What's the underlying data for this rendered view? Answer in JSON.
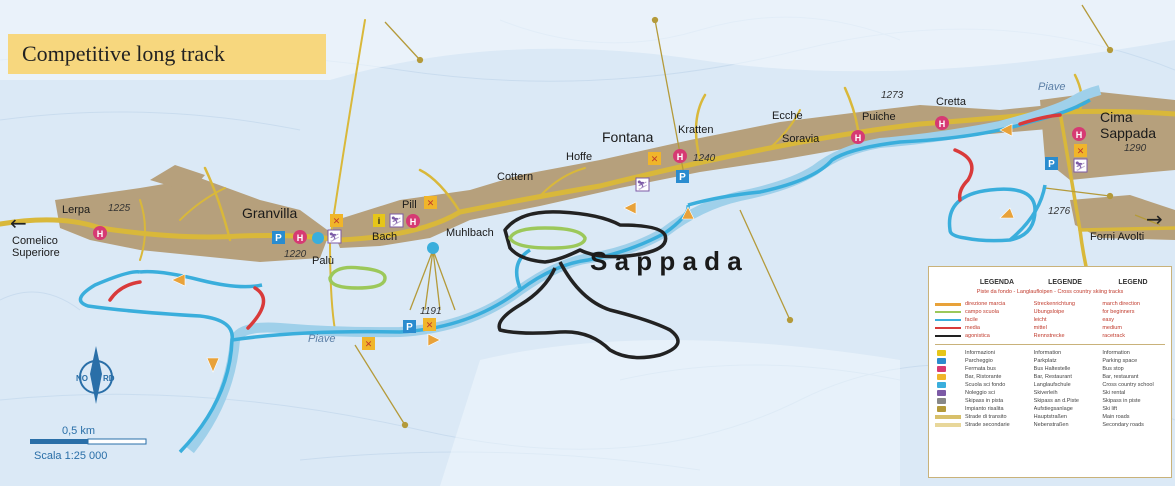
{
  "banner": {
    "title": "Competitive long track"
  },
  "places": {
    "lerpa": "Lerpa",
    "granvilla": "Granvilla",
    "bach": "Bach",
    "pill": "Pill",
    "muhlbach": "Muhlbach",
    "cottern": "Cottern",
    "hoffe": "Hoffe",
    "fontana": "Fontana",
    "kratten": "Kratten",
    "ecche": "Ecche",
    "soravia": "Soravia",
    "puiche": "Puiche",
    "cretta": "Cretta",
    "cima1": "Cima",
    "cima2": "Sappada",
    "palu": "Palù",
    "comelico1": "Comelico",
    "comelico2": "Superiore",
    "forni": "Forni Avolti",
    "sappada": "S a p p a d a"
  },
  "altitudes": {
    "a1225": "1225",
    "a1220": "1220",
    "a1191": "1191",
    "a1240": "1240",
    "a1273": "1273",
    "a1290": "1290",
    "a1276": "1276"
  },
  "rivers": {
    "piave_main": "Piave",
    "piave_east": "Piave"
  },
  "compass": {
    "n": "NO",
    "e": "RD"
  },
  "scale": {
    "distance": "0,5 km",
    "ratio": "Scala 1:25 000"
  },
  "arrows": {
    "west": "←",
    "east": "→"
  },
  "legend": {
    "headers": [
      "LEGENDA",
      "LEGENDE",
      "LEGEND"
    ],
    "subtitle": "Piste da fondo - Langlaufloipen - Cross country skiing tracks",
    "tracks": [
      {
        "it": "direzione marcia",
        "de": "Streckenrichtung",
        "en": "march direction",
        "color": "#e8a23a",
        "kind": "arrow"
      },
      {
        "it": "campo scuola",
        "de": "Übungsloipe",
        "en": "for beginners",
        "color": "#9cc85a",
        "kind": "line"
      },
      {
        "it": "facile",
        "de": "leicht",
        "en": "easy",
        "color": "#3aaedc",
        "kind": "line"
      },
      {
        "it": "media",
        "de": "mittel",
        "en": "medium",
        "color": "#d93a3a",
        "kind": "line"
      },
      {
        "it": "agonistica",
        "de": "Rennstrecke",
        "en": "racetrack",
        "color": "#222222",
        "kind": "line"
      }
    ],
    "services": [
      {
        "it": "Informazioni",
        "de": "Information",
        "en": "Information",
        "color": "#e6c619"
      },
      {
        "it": "Parcheggio",
        "de": "Parkplatz",
        "en": "Parking space",
        "color": "#2a8ccf"
      },
      {
        "it": "Fermata bus",
        "de": "Bus Haltestelle",
        "en": "Bus stop",
        "color": "#d63a73"
      },
      {
        "it": "Bar, Ristorante",
        "de": "Bar, Restaurant",
        "en": "Bar, restaurant",
        "color": "#f0b52a"
      },
      {
        "it": "Scuola sci fondo",
        "de": "Langlaufschule",
        "en": "Cross country school",
        "color": "#3aaedc"
      },
      {
        "it": "Noleggio sci",
        "de": "Skiverleih",
        "en": "Ski rental",
        "color": "#7c5aa6"
      },
      {
        "it": "Skipass in pista",
        "de": "Skipass an d.Piste",
        "en": "Skipass in piste",
        "color": "#888888"
      },
      {
        "it": "Impianto risalita",
        "de": "Aufstiegsanlage",
        "en": "Ski lift",
        "color": "#b49a3a"
      }
    ],
    "roads": [
      {
        "it": "Strade di transito",
        "de": "Hauptstraßen",
        "en": "Main roads",
        "color": "#d8c06a"
      },
      {
        "it": "Strade secondarie",
        "de": "Nebenstraßen",
        "en": "Secondary roads",
        "color": "#e8d79a"
      }
    ]
  },
  "colors": {
    "snow": "#dbe9f6",
    "town": "#b6a07c",
    "road": "#d9b83a",
    "easy": "#3aaedc",
    "medium": "#d93a3a",
    "race": "#222222",
    "beginner": "#9cc85a",
    "banner": "#f7d77e",
    "direction": "#e8a23a"
  }
}
